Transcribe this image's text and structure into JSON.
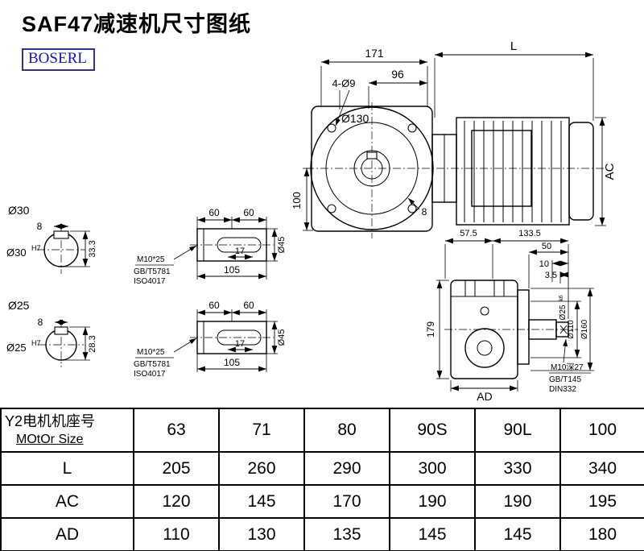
{
  "page": {
    "title": "SAF47减速机尺寸图纸",
    "logo_text": "BOSERL"
  },
  "drawing": {
    "front": {
      "dim_width": "171",
      "dim_length": "L",
      "dim_96": "96",
      "holes": "4-Ø9",
      "flange_dia": "Ø130",
      "dim_height": "100",
      "dim_ac": "AC",
      "dim_key": "8"
    },
    "section_a": {
      "dia_label": "Ø30",
      "fit_base": "Ø30",
      "fit_sup": "H7",
      "key_width": "8",
      "key_height": "33.3"
    },
    "section_b": {
      "dia_label": "Ø25",
      "fit_base": "Ø25",
      "fit_sup": "H7",
      "key_width": "8",
      "key_height": "28.3"
    },
    "shaft1": {
      "dim_60a": "60",
      "dim_60b": "60",
      "dim_17": "17",
      "dim_105": "105",
      "dia": "Ø45",
      "bolt": "M10*25",
      "std1": "GB/T5781",
      "std2": "ISO4017"
    },
    "shaft2": {
      "dim_60a": "60",
      "dim_60b": "60",
      "dim_17": "17",
      "dim_105": "105",
      "dia": "Ø45",
      "bolt": "M10*25",
      "std1": "GB/T5781",
      "std2": "ISO4017"
    },
    "side": {
      "dim_575": "57.5",
      "dim_1335": "133.5",
      "dim_50": "50",
      "dim_10": "10",
      "dim_35": "3.5",
      "shaft_base": "Ø25",
      "shaft_fit": "k6",
      "bolt_circle": "Ø110",
      "flange_dia": "Ø160",
      "dim_179": "179",
      "dim_ad": "AD",
      "tap": "M10深27",
      "tap_std1": "GB/T145",
      "tap_std2": "DIN332"
    }
  },
  "table": {
    "header_cn": "Y2电机机座号",
    "header_en": "MOtOr Size",
    "sizes": [
      "63",
      "71",
      "80",
      "90S",
      "90L",
      "100"
    ],
    "rows": [
      {
        "label": "L",
        "values": [
          "205",
          "260",
          "290",
          "300",
          "330",
          "340"
        ]
      },
      {
        "label": "AC",
        "values": [
          "120",
          "145",
          "170",
          "190",
          "190",
          "195"
        ]
      },
      {
        "label": "AD",
        "values": [
          "110",
          "130",
          "135",
          "145",
          "145",
          "180"
        ]
      }
    ]
  }
}
